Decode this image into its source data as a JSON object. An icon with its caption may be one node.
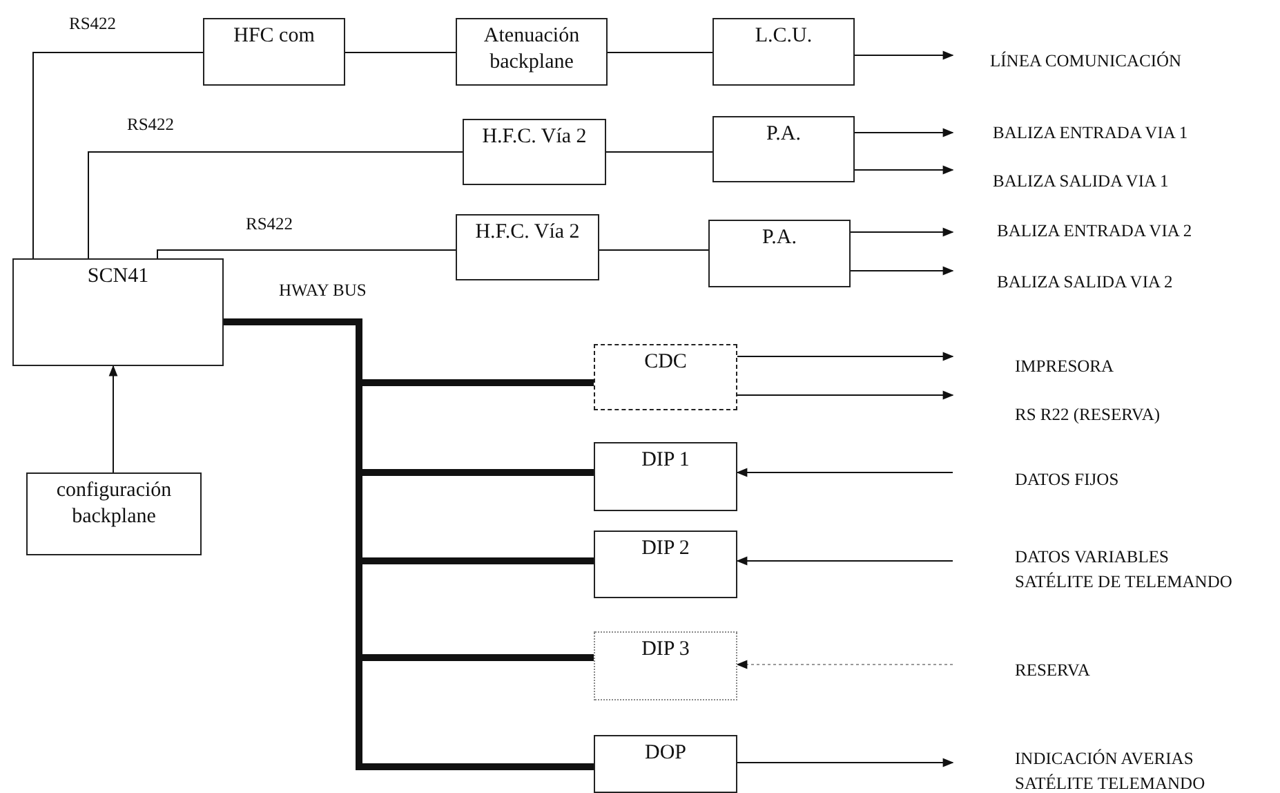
{
  "diagram": {
    "nodes": [
      {
        "text": [
          "HFC com"
        ]
      },
      {
        "text": [
          "Atenuación backplane"
        ]
      },
      {
        "text": [
          "L.C.U."
        ]
      },
      {
        "text": [
          "H.F.C. Vía 2"
        ]
      },
      {
        "text": [
          "P.A."
        ]
      },
      {
        "text": [
          "H.F.C. Vía 2"
        ]
      },
      {
        "text": [
          "P.A."
        ]
      },
      {
        "text": [
          "SCN41"
        ]
      },
      {
        "text": [
          "configuración backplane"
        ]
      },
      {
        "text": [
          "CDC"
        ]
      },
      {
        "text": [
          "DIP 1"
        ]
      },
      {
        "text": [
          "DIP 2"
        ]
      },
      {
        "text": [
          "DIP 3"
        ]
      },
      {
        "text": [
          "DOP"
        ]
      },
      {
        "text": [
          "LÍNEA COMUNICACIÓN"
        ]
      },
      {
        "text": [
          "BALIZA ENTRADA VIA 1"
        ]
      },
      {
        "text": [
          "BALIZA SALIDA VIA 1"
        ]
      },
      {
        "text": [
          "BALIZA ENTRADA VIA 2"
        ]
      },
      {
        "text": [
          "BALIZA SALIDA VIA 2"
        ]
      },
      {
        "text": [
          "IMPRESORA"
        ]
      },
      {
        "text": [
          "RS R22 (RESERVA)"
        ]
      },
      {
        "text": [
          "DATOS FIJOS"
        ]
      },
      {
        "text": [
          "DATOS VARIABLES SATÉLITE DE TELEMANDO"
        ]
      },
      {
        "text": [
          "RESERVA"
        ]
      },
      {
        "text": [
          "INDICACIÓN AVERIAS SATÉLITE TELEMANDO"
        ]
      }
    ],
    "edges": [
      {
        "from": 7,
        "to": 0,
        "arrow": "none",
        "label": "RS422"
      },
      {
        "from": 0,
        "to": 1,
        "arrow": "none"
      },
      {
        "from": 1,
        "to": 2,
        "arrow": "none"
      },
      {
        "from": 2,
        "to": 14,
        "arrow": "to"
      },
      {
        "from": 7,
        "to": 3,
        "arrow": "none",
        "label": "RS422"
      },
      {
        "from": 3,
        "to": 4,
        "arrow": "none"
      },
      {
        "from": 4,
        "to": 15,
        "arrow": "to"
      },
      {
        "from": 4,
        "to": 16,
        "arrow": "to"
      },
      {
        "from": 7,
        "to": 5,
        "arrow": "none",
        "label": "RS422"
      },
      {
        "from": 5,
        "to": 6,
        "arrow": "none"
      },
      {
        "from": 6,
        "to": 17,
        "arrow": "to"
      },
      {
        "from": 6,
        "to": 18,
        "arrow": "to"
      },
      {
        "from": 8,
        "to": 7,
        "arrow": "to"
      },
      {
        "from": 7,
        "to": 9,
        "arrow": "none",
        "style": "thick"
      },
      {
        "from": 7,
        "to": 10,
        "arrow": "none",
        "style": "thick"
      },
      {
        "from": 7,
        "to": 11,
        "arrow": "none",
        "style": "thick"
      },
      {
        "from": 7,
        "to": 12,
        "arrow": "none",
        "style": "thick"
      },
      {
        "from": 7,
        "to": 13,
        "arrow": "none",
        "style": "thick"
      },
      {
        "from": 9,
        "to": 19,
        "arrow": "to"
      },
      {
        "from": 9,
        "to": 20,
        "arrow": "to"
      },
      {
        "from": 21,
        "to": 10,
        "arrow": "to"
      },
      {
        "from": 22,
        "to": 11,
        "arrow": "to"
      },
      {
        "from": 23,
        "to": 12,
        "arrow": "to",
        "style": "dashed",
        "color": "#999999"
      },
      {
        "from": 13,
        "to": 24,
        "arrow": "to"
      }
    ],
    "labels": [
      "HWAY BUS"
    ]
  }
}
